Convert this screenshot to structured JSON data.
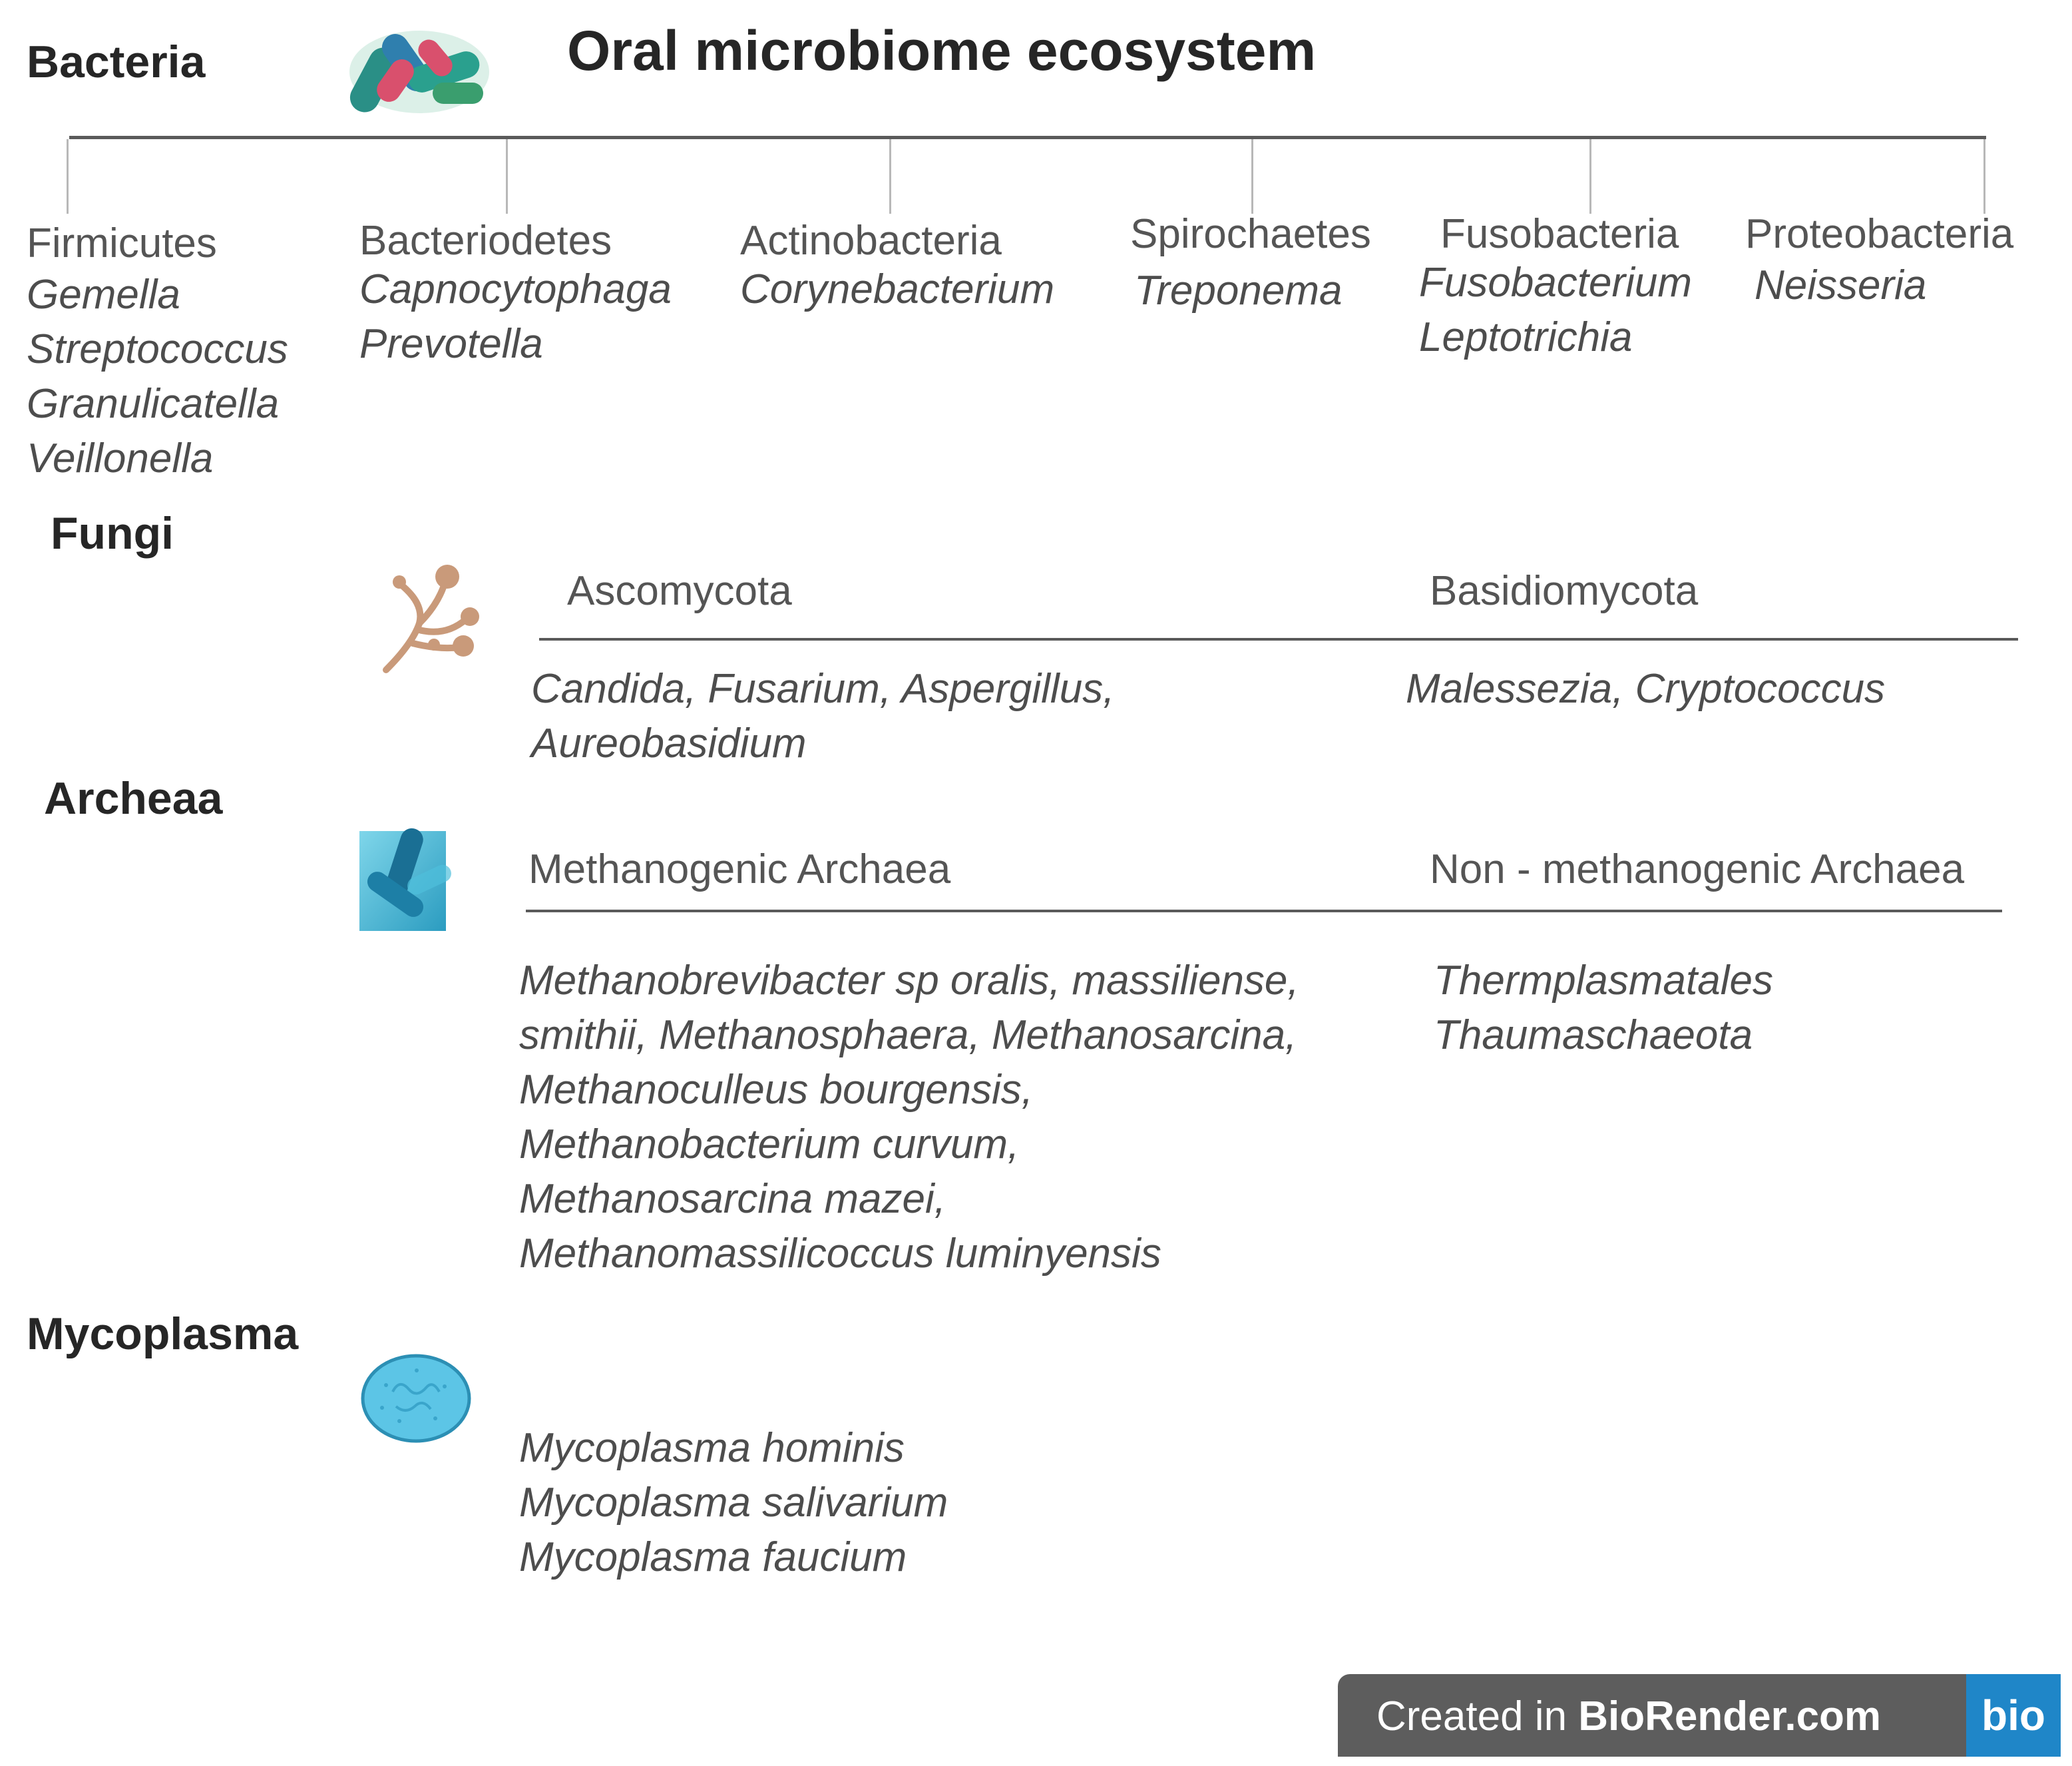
{
  "title": "Oral microbiome ecosystem",
  "colors": {
    "bacteria_teal": "#2a8f86",
    "bacteria_pink": "#d9506d",
    "fungi_tan": "#c99a7a",
    "archaea_blue": "#3fb0cf",
    "mycoplasma_blue": "#5cc5e6",
    "badge_gray": "#5d5d5d",
    "badge_blue": "#1f86c8"
  },
  "bacteria": {
    "label": "Bacteria",
    "icon": "bacteria-cluster-icon",
    "phyla": [
      {
        "name": "Firmicutes",
        "genera": [
          "Gemella",
          "Streptococcus",
          "Granulicatella",
          "Veillonella"
        ]
      },
      {
        "name": "Bacteriodetes",
        "genera": [
          "Capnocytophaga",
          "Prevotella"
        ]
      },
      {
        "name": "Actinobacteria",
        "genera": [
          "Corynebacterium"
        ]
      },
      {
        "name": "Spirochaetes",
        "genera": [
          "Treponema"
        ]
      },
      {
        "name": "Fusobacteria",
        "genera": [
          "Fusobacterium",
          "Leptotrichia"
        ]
      },
      {
        "name": "Proteobacteria",
        "genera": [
          "Neisseria"
        ]
      }
    ]
  },
  "fungi": {
    "label": "Fungi",
    "icon": "fungi-hyphae-icon",
    "groups": [
      {
        "name": "Ascomycota",
        "lines": [
          "Candida, Fusarium, Aspergillus,",
          "Aureobasidium"
        ]
      },
      {
        "name": "Basidiomycota",
        "lines": [
          "Malessezia, Cryptococcus"
        ]
      }
    ]
  },
  "archaea": {
    "label": "Archeaa",
    "icon": "archaea-micrograph-icon",
    "groups": [
      {
        "name": "Methanogenic Archaea",
        "lines": [
          "Methanobrevibacter sp oralis, massiliense,",
          "smithii, Methanosphaera, Methanosarcina,",
          "Methanoculleus bourgensis,",
          "Methanobacterium curvum,",
          "Methanosarcina mazei,",
          "Methanomassilicoccus luminyensis"
        ]
      },
      {
        "name": "Non - methanogenic Archaea",
        "lines": [
          "Thermplasmatales",
          "Thaumaschaeota"
        ]
      }
    ]
  },
  "mycoplasma": {
    "label": "Mycoplasma",
    "icon": "mycoplasma-cell-icon",
    "lines": [
      "Mycoplasma hominis",
      "Mycoplasma salivarium",
      "Mycoplasma faucium"
    ]
  },
  "badge": {
    "prefix": "Created in ",
    "brand": "BioRender.com",
    "logo": "bio"
  }
}
